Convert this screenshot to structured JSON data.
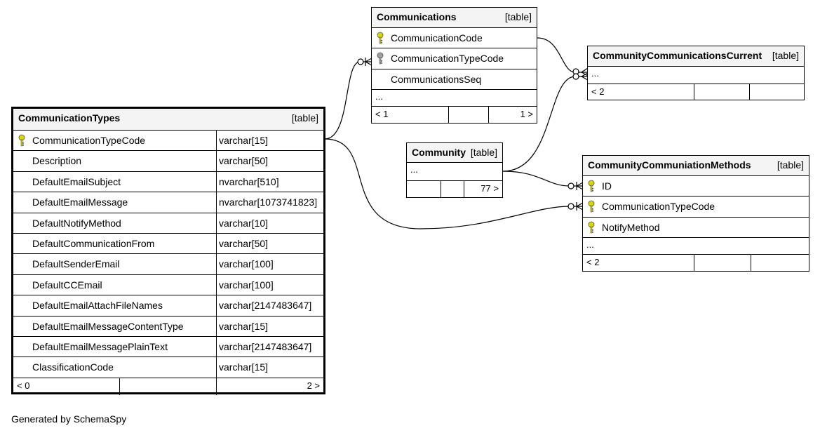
{
  "type_label": "[table]",
  "footer_text": "Generated by SchemaSpy",
  "colors": {
    "pk_key": "#d8d800",
    "fk_key": "#a0a0a0"
  },
  "tables": {
    "communication_types": {
      "name": "CommunicationTypes",
      "columns": [
        {
          "name": "CommunicationTypeCode",
          "type": "varchar[15]",
          "icon": "primary-key-icon"
        },
        {
          "name": "Description",
          "type": "varchar[50]"
        },
        {
          "name": "DefaultEmailSubject",
          "type": "nvarchar[510]"
        },
        {
          "name": "DefaultEmailMessage",
          "type": "nvarchar[1073741823]"
        },
        {
          "name": "DefaultNotifyMethod",
          "type": "varchar[10]"
        },
        {
          "name": "DefaultCommunicationFrom",
          "type": "varchar[50]"
        },
        {
          "name": "DefaultSenderEmail",
          "type": "varchar[100]"
        },
        {
          "name": "DefaultCCEmail",
          "type": "varchar[100]"
        },
        {
          "name": "DefaultEmailAttachFileNames",
          "type": "varchar[2147483647]"
        },
        {
          "name": "DefaultEmailMessageContentType",
          "type": "varchar[15]"
        },
        {
          "name": "DefaultEmailMessagePlainText",
          "type": "varchar[2147483647]"
        },
        {
          "name": "ClassificationCode",
          "type": "varchar[15]"
        }
      ],
      "parents": "< 0",
      "children": "2 >"
    },
    "communications": {
      "name": "Communications",
      "columns": [
        {
          "name": "CommunicationCode",
          "icon": "primary-key-icon"
        },
        {
          "name": "CommunicationTypeCode",
          "icon": "foreign-key-icon"
        },
        {
          "name": "CommunicationsSeq"
        }
      ],
      "ellipsis": "...",
      "parents": "< 1",
      "children": "1 >"
    },
    "community": {
      "name": "Community",
      "ellipsis": "...",
      "children": "77 >"
    },
    "community_communications_current": {
      "name": "CommunityCommunicationsCurrent",
      "ellipsis": "...",
      "parents": "< 2"
    },
    "community_communiation_methods": {
      "name": "CommunityCommuniationMethods",
      "columns": [
        {
          "name": "ID",
          "icon": "primary-key-icon"
        },
        {
          "name": "CommunicationTypeCode",
          "icon": "primary-key-icon"
        },
        {
          "name": "NotifyMethod",
          "icon": "primary-key-icon"
        }
      ],
      "ellipsis": "...",
      "parents": "< 2"
    }
  }
}
